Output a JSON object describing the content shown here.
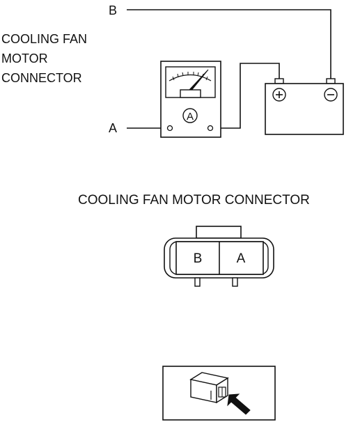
{
  "circuit": {
    "connector_label": [
      "COOLING FAN",
      "MOTOR",
      "CONNECTOR"
    ],
    "terminal_b": "B",
    "terminal_a": "A",
    "ammeter_symbol": "A",
    "battery_positive": "+",
    "battery_negative": "−"
  },
  "connector_view": {
    "title": "COOLING FAN MOTOR CONNECTOR",
    "pins": [
      "B",
      "A"
    ]
  },
  "colors": {
    "line": "#111111",
    "background": "#ffffff"
  }
}
